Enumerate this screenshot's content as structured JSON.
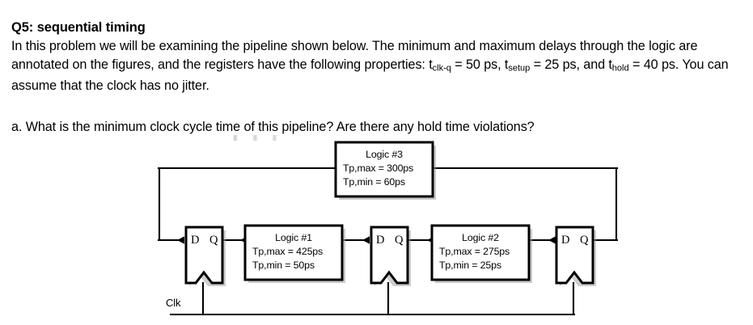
{
  "question": {
    "title": "Q5: sequential timing",
    "body_segments": [
      {
        "t": "In this problem we will be examining the pipeline shown below. The minimum and maximum delays through the logic are annotated on the figures, and the registers have the following properties: t"
      },
      {
        "sub": "clk-q"
      },
      {
        "t": " = 50 ps, t"
      },
      {
        "sub": "setup"
      },
      {
        "t": " = 25 ps, and t"
      },
      {
        "sub": "hold"
      },
      {
        "t": " = 40 ps. You can assume that the clock has no jitter."
      }
    ],
    "body_plain": "In this problem we will be examining the pipeline shown below. The minimum and maximum delays through the logic are annotated on the figures, and the registers have the following properties: tclk-q = 50 ps, tsetup = 25 ps, and thold = 40 ps. You can assume that the clock has no jitter.",
    "part_a": "a. What is the minimum clock cycle time of this pipeline? Are there any hold time violations?"
  },
  "diagram": {
    "clock_label": "Clk",
    "registers": [
      {
        "id": "reg1",
        "d_label": "D",
        "q_label": "Q"
      },
      {
        "id": "reg2",
        "d_label": "D",
        "q_label": "Q"
      },
      {
        "id": "reg3",
        "d_label": "D",
        "q_label": "Q"
      }
    ],
    "logic_blocks": [
      {
        "id": "logic3",
        "name": "Logic #3",
        "tp_max": "Tp,max = 300ps",
        "tp_min": "Tp,min = 60ps"
      },
      {
        "id": "logic1",
        "name": "Logic #1",
        "tp_max": "Tp,max = 425ps",
        "tp_min": "Tp,min = 50ps"
      },
      {
        "id": "logic2",
        "name": "Logic #2",
        "tp_max": "Tp,max = 275ps",
        "tp_min": "Tp,min = 25ps"
      }
    ],
    "colors": {
      "stroke": "#000000",
      "block_fill": "#ffffff",
      "shadow": "#9a9a9a",
      "background": "#ffffff"
    }
  }
}
